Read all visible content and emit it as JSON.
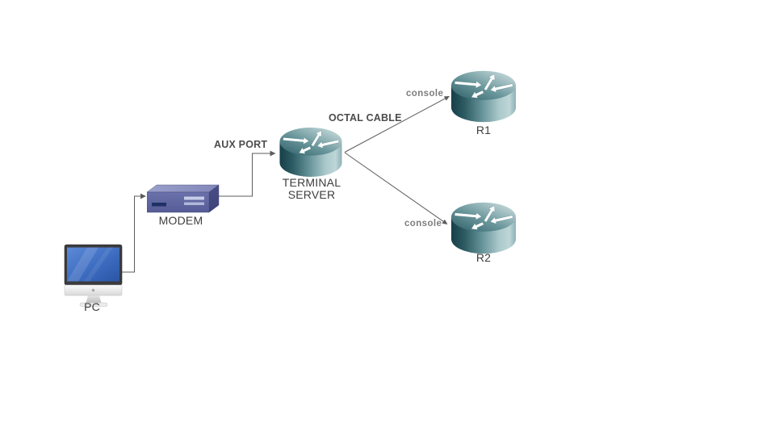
{
  "diagram": {
    "background": "#ffffff",
    "nodes": {
      "pc": {
        "label": "PC",
        "type": "computer"
      },
      "modem": {
        "label": "MODEM",
        "type": "modem"
      },
      "terminal_server": {
        "label": "TERMINAL\nSERVER",
        "type": "router"
      },
      "r1": {
        "label": "R1",
        "type": "router"
      },
      "r2": {
        "label": "R2",
        "type": "router"
      }
    },
    "connections": [
      {
        "from": "PC",
        "to": "MODEM"
      },
      {
        "from": "MODEM",
        "to": "TERMINAL SERVER",
        "label": "AUX PORT"
      },
      {
        "from": "TERMINAL SERVER",
        "to": "R1",
        "label": "OCTAL CABLE",
        "end_label": "console"
      },
      {
        "from": "TERMINAL SERVER",
        "to": "R2",
        "end_label": "console"
      }
    ],
    "colors": {
      "router_teal_dark": "#173f49",
      "router_teal_light": "#d7e5e6",
      "modem_front_blue": "#5d63a1",
      "modem_top_blue": "#9398c5",
      "modem_side_blue": "#43497f",
      "pc_screen_blue": "#3d6cc0",
      "connector_line": "#5c5c5c",
      "device_label_text": "#3d3d3d",
      "cable_label_text": "#4c4c4c",
      "console_label_text": "#7d7d7d"
    }
  }
}
